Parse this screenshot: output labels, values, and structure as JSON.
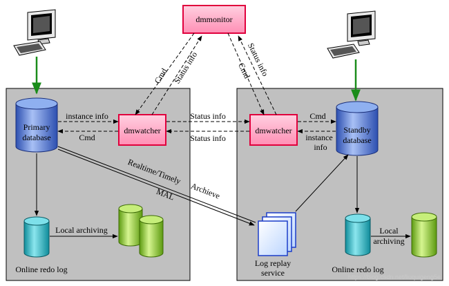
{
  "nodes": {
    "dmmonitor": "dmmonitor",
    "dmwatcher_left": "dmwatcher",
    "dmwatcher_right": "dmwatcher",
    "primary_db": [
      "Primary",
      "database"
    ],
    "standby_db": [
      "Standby",
      "database"
    ],
    "online_redo_left": "Online redo log",
    "online_redo_right": "Online redo log",
    "log_replay": [
      "Log  replay",
      "service"
    ]
  },
  "edges": {
    "cmd_left_monitor": "Cmd",
    "status_left_monitor": "Status info",
    "status_right_monitor": "Status info",
    "cmd_right_monitor": "Cmd",
    "instance_info_left": "instance info",
    "cmd_left_db": "Cmd",
    "status_info_top": "Status info",
    "status_info_bottom": "Status info",
    "cmd_right_db": "Cmd",
    "instance_info_right": [
      "instance",
      "info"
    ],
    "local_archiving_left": "Local archiving",
    "local_archiving_right": [
      "Local",
      "archiving"
    ],
    "realtime_timely": "Realtime/Timely",
    "archieve": "Archieve",
    "mal": "MAL"
  },
  "watermark": "https://blog.csdn.net/liuquigeng5e",
  "colors": {
    "panel": "#c0c0c0",
    "watcher_fill": "#ff9fbf",
    "watcher_border": "#e0003c",
    "db_blue": "#5a7fd8",
    "db_teal": "#35b8c4",
    "db_green": "#9ad43a",
    "green_arrow": "#1a8c1a"
  }
}
